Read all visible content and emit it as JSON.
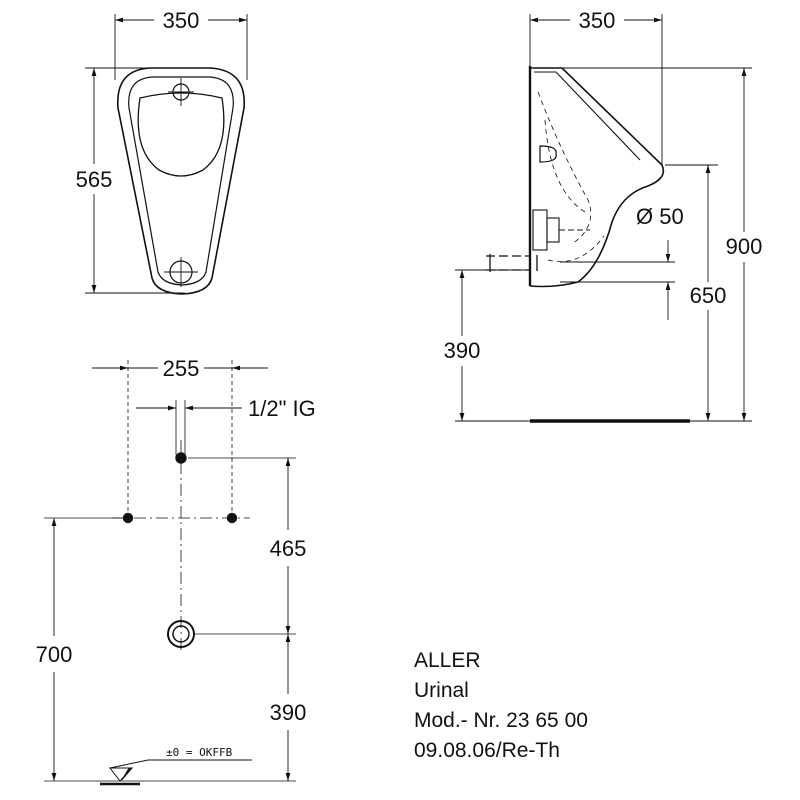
{
  "front_view": {
    "width_label": "350",
    "height_label": "565"
  },
  "side_view": {
    "width_label": "350",
    "diameter_label": "Ø 50",
    "height_total_label": "900",
    "height_spud_label": "650",
    "height_outlet_label": "390"
  },
  "mounting_view": {
    "fixing_spacing_label": "255",
    "thread_label": "1/2\" IG",
    "spud_to_outlet_label": "465",
    "fixing_height_label": "700",
    "outlet_height_label": "390",
    "floor_label": "±0 = OKFFB"
  },
  "title_block": {
    "name": "ALLER",
    "type": "Urinal",
    "model": "Mod.- Nr. 23 65 00",
    "date_ref": "09.08.06/Re-Th"
  }
}
